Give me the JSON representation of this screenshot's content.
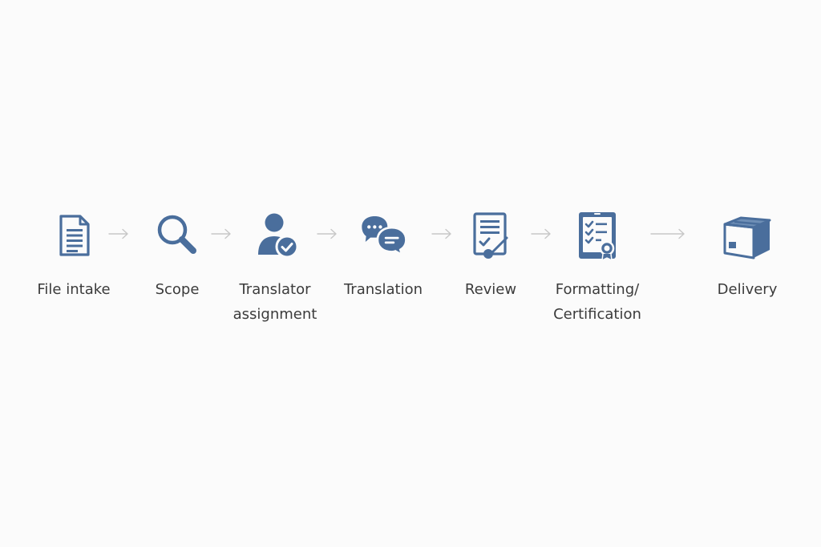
{
  "colors": {
    "icon": "#4a6e9c",
    "arrow": "#c8c8c8",
    "text": "#3b3b3b",
    "background": "#fbfbfb"
  },
  "steps": [
    {
      "label_line1": "File intake",
      "label_line2": "",
      "icon": "document-icon"
    },
    {
      "label_line1": "Scope",
      "label_line2": "",
      "icon": "magnifier-icon"
    },
    {
      "label_line1": "Translator",
      "label_line2": "assignment",
      "icon": "user-check-icon"
    },
    {
      "label_line1": "Translation",
      "label_line2": "",
      "icon": "chat-bubbles-icon"
    },
    {
      "label_line1": "Review",
      "label_line2": "",
      "icon": "signed-document-icon"
    },
    {
      "label_line1": "Formatting/",
      "label_line2": "Certification",
      "icon": "certificate-checklist-icon"
    },
    {
      "label_line1": "Delivery",
      "label_line2": "",
      "icon": "package-box-icon"
    }
  ]
}
